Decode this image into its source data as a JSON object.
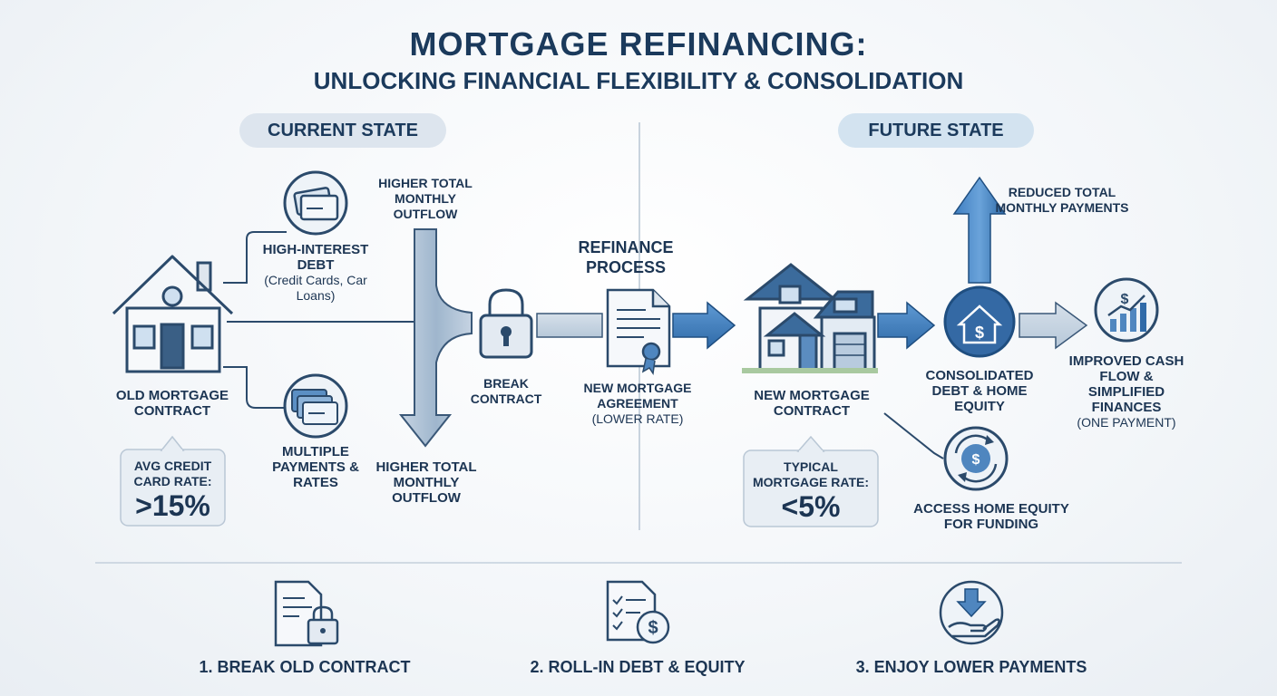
{
  "header": {
    "title": "MORTGAGE REFINANCING:",
    "subtitle": "UNLOCKING FINANCIAL FLEXIBILITY & CONSOLIDATION"
  },
  "sections": {
    "current": "CURRENT STATE",
    "future": "FUTURE STATE"
  },
  "current_state": {
    "old_mortgage": "OLD MORTGAGE CONTRACT",
    "high_interest_title": "HIGH-INTEREST DEBT",
    "high_interest_detail": "(Credit Cards, Car Loans)",
    "multiple_payments": "MULTIPLE PAYMENTS & RATES",
    "outflow_top": "HIGHER TOTAL MONTHLY OUTFLOW",
    "outflow_bottom": "HIGHER TOTAL MONTHLY OUTFLOW",
    "break_contract": "BREAK CONTRACT",
    "callout_label": "AVG CREDIT CARD RATE:",
    "callout_value": ">15%"
  },
  "process": {
    "refinance": "REFINANCE PROCESS",
    "agreement": "NEW MORTGAGE AGREEMENT",
    "agreement_detail": "(LOWER RATE)"
  },
  "future_state": {
    "new_mortgage": "NEW MORTGAGE CONTRACT",
    "reduced_payments": "REDUCED TOTAL MONTHLY PAYMENTS",
    "consolidated": "CONSOLIDATED DEBT & HOME EQUITY",
    "improved_title": "IMPROVED CASH FLOW & SIMPLIFIED FINANCES",
    "improved_detail": "(ONE PAYMENT)",
    "access_equity": "ACCESS HOME EQUITY FOR FUNDING",
    "callout_label": "TYPICAL MORTGAGE RATE:",
    "callout_value": "<5%"
  },
  "steps": [
    {
      "label": "1. BREAK OLD CONTRACT",
      "icon": "document-lock-icon"
    },
    {
      "label": "2. ROLL-IN DEBT & EQUITY",
      "icon": "checklist-dollar-icon"
    },
    {
      "label": "3. ENJOY LOWER PAYMENTS",
      "icon": "hand-down-arrow-icon"
    }
  ],
  "colors": {
    "navy": "#1b3a5c",
    "blue": "#3b78b8",
    "pale_blue": "#dce7f1",
    "outline": "#3a5878"
  }
}
